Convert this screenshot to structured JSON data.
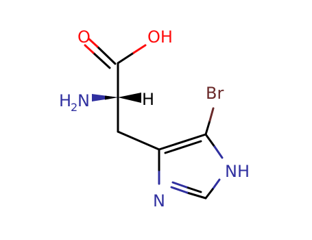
{
  "molecule": {
    "atoms": {
      "carbonyl_oxygen": "O",
      "hydroxyl": "OH",
      "amine_h": "H",
      "amine_h_count": "2",
      "amine_n": "N",
      "alpha_h": "H",
      "bromine": "Br",
      "ring_nh": "NH",
      "ring_n": "N"
    },
    "colors": {
      "bond": "#000000",
      "oxygen": "#ff0d0d",
      "nitrogen": "#3030a0",
      "bromine": "#6a2a2a",
      "hydrogen": "#000000"
    }
  }
}
